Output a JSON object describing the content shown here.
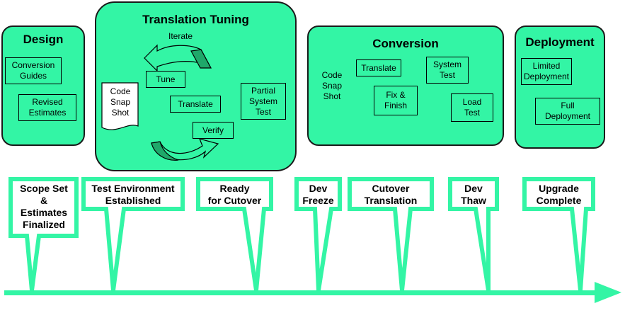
{
  "colors": {
    "fill": "#33f5a5",
    "stroke": "#1a1a1a",
    "arrow_dark": "#1fa86a"
  },
  "phases": {
    "design": {
      "title": "Design",
      "items": [
        "Conversion\nGuides",
        "Revised\nEstimates"
      ]
    },
    "tuning": {
      "title": "Translation Tuning",
      "iterate": "Iterate",
      "tune": "Tune",
      "code_snapshot": "Code\nSnap\nShot",
      "translate": "Translate",
      "partial_test": "Partial\nSystem\nTest",
      "verify": "Verify"
    },
    "conversion": {
      "title": "Conversion",
      "code_snapshot": "Code\nSnap\nShot",
      "translate": "Translate",
      "system_test": "System\nTest",
      "fix_finish": "Fix &\nFinish",
      "load_test": "Load\nTest"
    },
    "deployment": {
      "title": "Deployment",
      "limited": "Limited\nDeployment",
      "full": "Full\nDeployment"
    }
  },
  "milestones": [
    "Scope Set\n&\nEstimates\nFinalized",
    "Test Environment\nEstablished",
    "Ready\nfor Cutover",
    "Dev\nFreeze",
    "Cutover\nTranslation",
    "Dev\nThaw",
    "Upgrade\nComplete"
  ]
}
